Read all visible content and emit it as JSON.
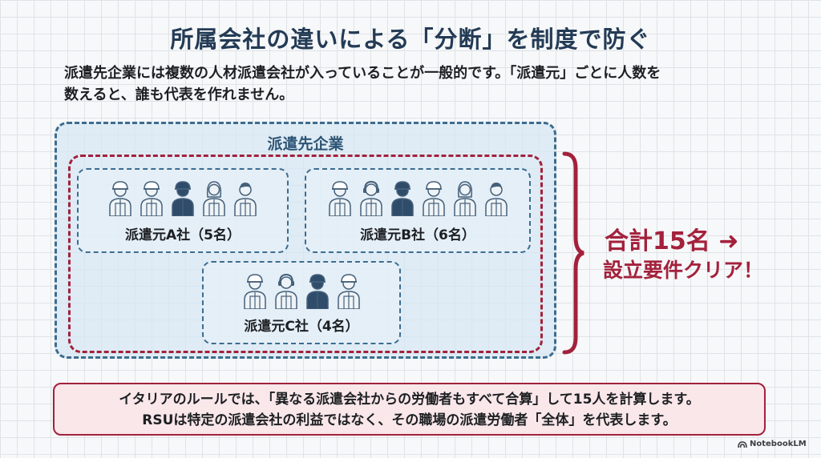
{
  "title": "所属会社の違いによる「分断」を制度で防ぐ",
  "intro": {
    "line1": "派遣先企業には複数の人材派遣会社が入っていることが一般的です。「派遣元」ごとに人数を",
    "line2": "数えると、誰も代表を作れません。"
  },
  "host_label": "派遣先企業",
  "agencies": [
    {
      "label": "派遣元A社（5名）",
      "workers": [
        "helmet",
        "helmet",
        "helmet-dark",
        "long-hair",
        "short-hair"
      ]
    },
    {
      "label": "派遣元B社（6名）",
      "workers": [
        "helmet",
        "headset",
        "helmet-dark",
        "helmet",
        "long-hair",
        "short-hair"
      ]
    },
    {
      "label": "派遣元C社（4名）",
      "workers": [
        "helmet",
        "headset",
        "helmet-dark",
        "helmet"
      ]
    }
  ],
  "result": {
    "total": "合計15名 ➜",
    "clear": "設立要件クリア！"
  },
  "note": {
    "line1": "イタリアのルールでは、「異なる派遣会社からの労働者もすべて合算」して15人を計算します。",
    "line2": "RSUは特定の派遣会社の利益ではなく、その職場の派遣労働者「全体」を代表します。"
  },
  "logo": "NotebookLM",
  "colors": {
    "navy": "#233b55",
    "blue_dash": "#3d6c8f",
    "crimson": "#a3213c",
    "worker_stroke": "#45607a",
    "worker_dark": "#2f4d6a"
  }
}
